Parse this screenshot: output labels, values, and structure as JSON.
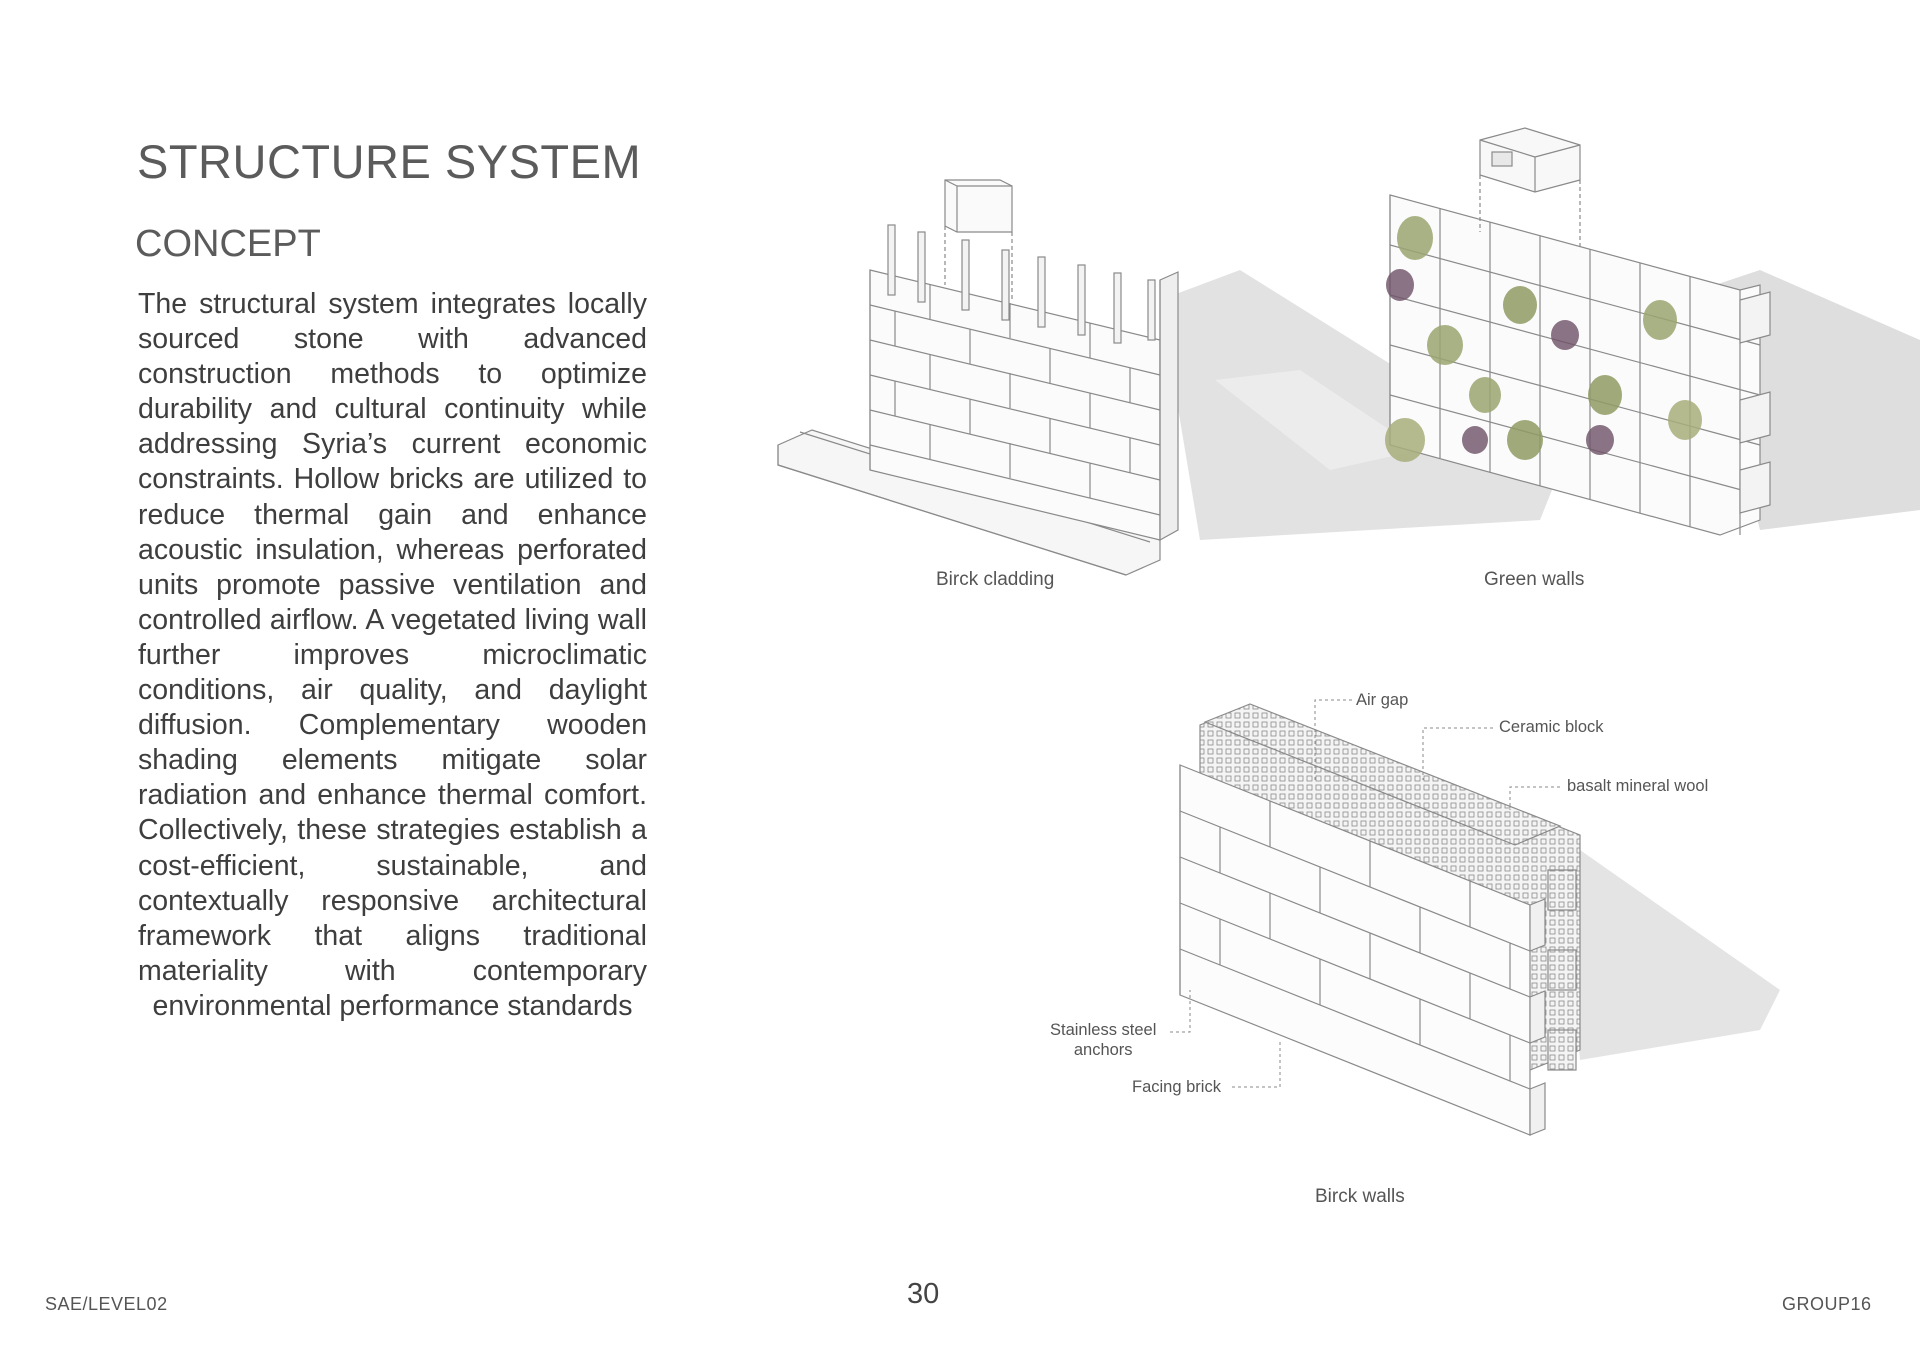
{
  "header": {
    "title": "STRUCTURE SYSTEM",
    "section": "CONCEPT"
  },
  "body": {
    "paragraph": "The structural system integrates locally sourced stone with advanced construction methods to optimize durability and cultural continuity while addressing Syria’s current economic constraints. Hollow bricks are utilized to reduce thermal gain and enhance acoustic insulation, whereas perforated units promote passive ventilation and controlled airflow. A vegetated living wall further improves microclimatic conditions, air quality, and daylight diffusion. Complementary wooden shading elements mitigate solar radiation and enhance thermal comfort. Collectively, these strategies establish a cost-efficient, sustainable, and contextually responsive architectural framework that aligns traditional materiality with contemporary environmental performance standards"
  },
  "figures": {
    "brick_cladding": {
      "caption": "Birck cladding"
    },
    "green_walls": {
      "caption": "Green walls"
    },
    "brick_walls": {
      "caption": "Birck walls",
      "labels": {
        "air_gap": "Air gap",
        "ceramic_block": "Ceramic block",
        "mineral_wool": "basalt mineral wool",
        "anchors_line1": "Stainless steel",
        "anchors_line2": "anchors",
        "facing_brick": "Facing brick"
      }
    }
  },
  "footer": {
    "left": "SAE/LEVEL02",
    "page_number": "30",
    "right": "GROUP16"
  },
  "colors": {
    "line": "#8a8a8a",
    "shadow": "#dcdcdc",
    "plant_green": "#8e9a63",
    "plant_purple": "#6e5166"
  }
}
